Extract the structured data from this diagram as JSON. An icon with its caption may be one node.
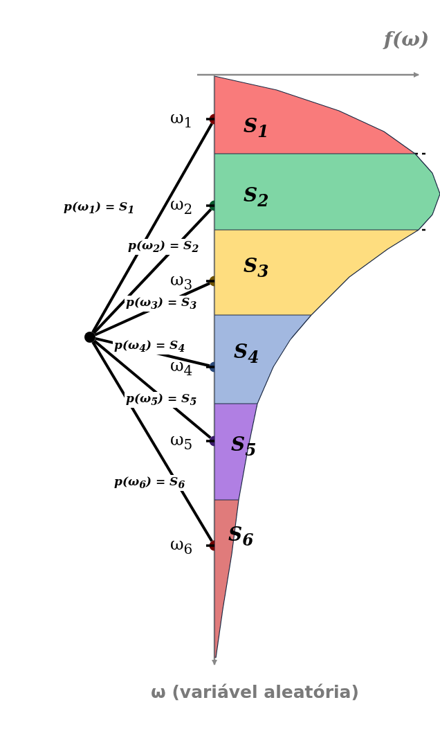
{
  "diagram": {
    "nodes": [
      {
        "text": [],
        "shape": "circle"
      },
      {
        "text": [
          "ω$_{1}$"
        ]
      },
      {
        "text": [
          "ω$_{2}$"
        ]
      },
      {
        "text": [
          "ω$_{3}$"
        ]
      },
      {
        "text": [
          "ω$_{4}$"
        ]
      },
      {
        "text": [
          "ω$_{5}$"
        ]
      },
      {
        "text": [
          "ω$_{6}$"
        ]
      },
      {
        "text": [
          "S$_{1}$"
        ]
      },
      {
        "text": [
          "S$_{2}$"
        ]
      },
      {
        "text": [
          "S$_{3}$"
        ]
      },
      {
        "text": [
          "S$_{4}$"
        ]
      },
      {
        "text": [
          "S$_{5}$"
        ]
      },
      {
        "text": [
          "S$_{6}$"
        ]
      }
    ],
    "edges": [
      {
        "from": 0,
        "to": 1,
        "arrow": "none",
        "label": "p(ω$_{1}$) = S$_{1}$"
      },
      {
        "from": 0,
        "to": 2,
        "arrow": "none",
        "label": "p(ω$_{2}$) = S$_{2}$"
      },
      {
        "from": 0,
        "to": 3,
        "arrow": "none",
        "label": "p(ω$_{3}$) = S$_{3}$"
      },
      {
        "from": 0,
        "to": 4,
        "arrow": "none",
        "label": "p(ω$_{4}$) = S$_{4}$"
      },
      {
        "from": 0,
        "to": 5,
        "arrow": "none",
        "label": "p(ω$_{5}$) = S$_{5}$"
      },
      {
        "from": 0,
        "to": 6,
        "arrow": "none",
        "label": "p(ω$_{6}$) = S$_{6}$"
      }
    ],
    "labels": [
      "f(ω)",
      "ω (variável aleatória)"
    ]
  }
}
